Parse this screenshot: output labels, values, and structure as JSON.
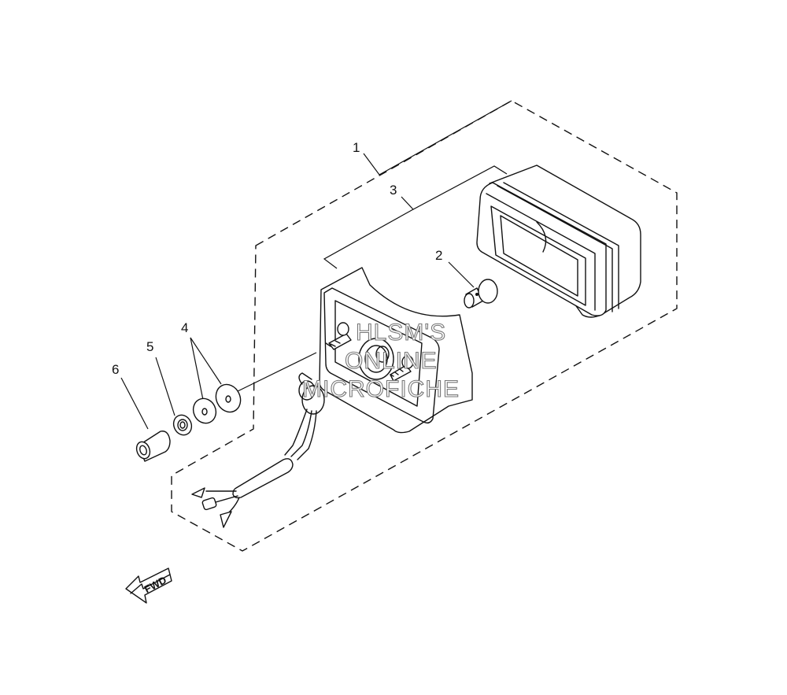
{
  "callouts": {
    "c1": "1",
    "c2": "2",
    "c3": "3",
    "c4": "4",
    "c5": "5",
    "c6": "6"
  },
  "direction_arrow": {
    "label": "FWD"
  },
  "watermark": {
    "line1": "HLSM'S",
    "line2": "ONLINE",
    "line3": "MICROFICHE"
  },
  "colors": {
    "line": "#111111",
    "background": "#ffffff",
    "watermark_stroke": "#777777"
  },
  "icons": {
    "direction": "fwd-arrow-icon"
  }
}
